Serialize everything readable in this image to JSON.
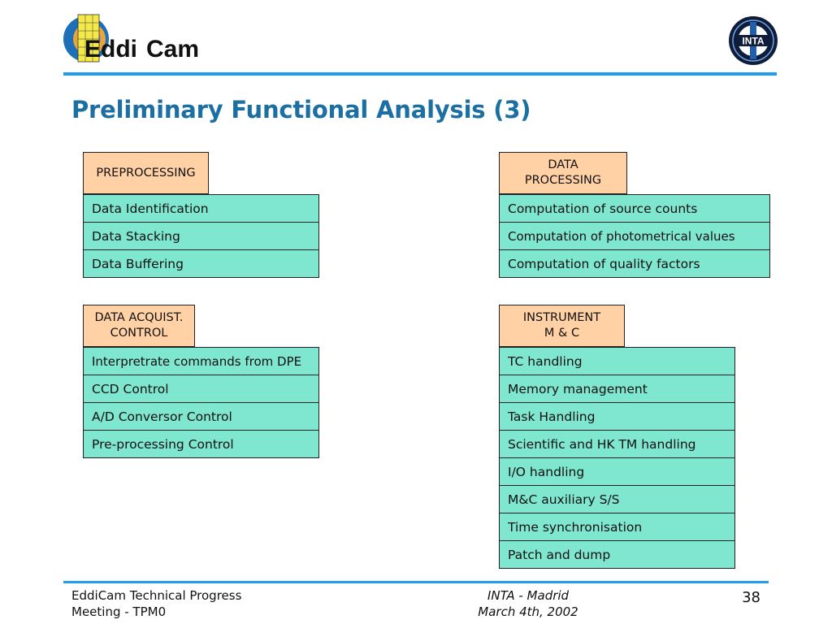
{
  "header": {
    "logo_text_left": "Eddi",
    "logo_text_right": "Cam",
    "badge_text": "INTA"
  },
  "slide": {
    "title": "Preliminary Functional Analysis (3)"
  },
  "blocks": {
    "preprocessing": {
      "title": "PREPROCESSING",
      "items": [
        "Data Identification",
        "Data Stacking",
        "Data Buffering"
      ]
    },
    "data_processing": {
      "title": "DATA\nPROCESSING",
      "items": [
        "Computation of source counts",
        "Computation of photometrical values",
        "Computation of quality factors"
      ]
    },
    "data_acquisition": {
      "title": "DATA ACQUIST.\nCONTROL",
      "items": [
        "Interpretrate commands from DPE",
        "CCD Control",
        "A/D Conversor Control",
        "Pre-processing Control"
      ]
    },
    "instrument": {
      "title": "INSTRUMENT\nM & C",
      "items": [
        "TC handling",
        "Memory management",
        "Task Handling",
        "Scientific and HK TM handling",
        "I/O handling",
        "M&C auxiliary S/S",
        "Time synchronisation",
        "Patch and dump"
      ]
    }
  },
  "footer": {
    "left_line1": "EddiCam Technical Progress",
    "left_line2": "Meeting - TPM0",
    "center_line1": "INTA - Madrid",
    "center_line2": "March 4th, 2002",
    "page_number": "38"
  },
  "colors": {
    "title": "#1b6fa3",
    "rule": "#1f9ef0",
    "header_box": "#ffd1a4",
    "item_box": "#7fe6cf"
  }
}
